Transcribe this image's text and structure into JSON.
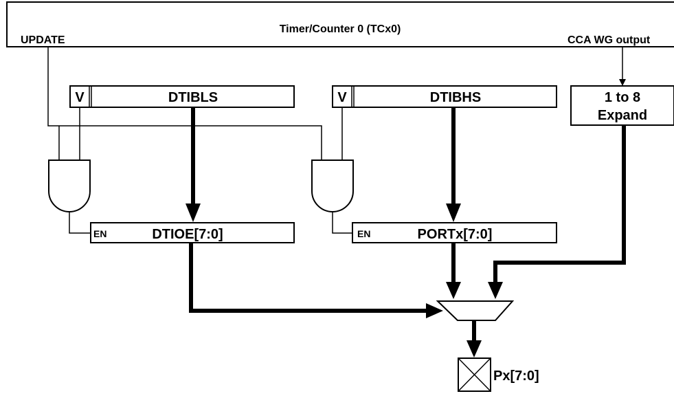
{
  "diagram": {
    "module_title": "Timer/Counter 0 (TCx0)",
    "update_label": "UPDATE",
    "cca_label": "CCA WG output",
    "ls_buffer": {
      "valid_label": "V",
      "name": "DTIBLS"
    },
    "hs_buffer": {
      "valid_label": "V",
      "name": "DTIBHS"
    },
    "expand_block": {
      "line1": "1 to 8",
      "line2": "Expand"
    },
    "ls_register": {
      "enable_label": "EN",
      "name": "DTIOE[7:0]"
    },
    "hs_register": {
      "enable_label": "EN",
      "name": "PORTx[7:0]"
    },
    "pin_label": "Px[7:0]"
  }
}
